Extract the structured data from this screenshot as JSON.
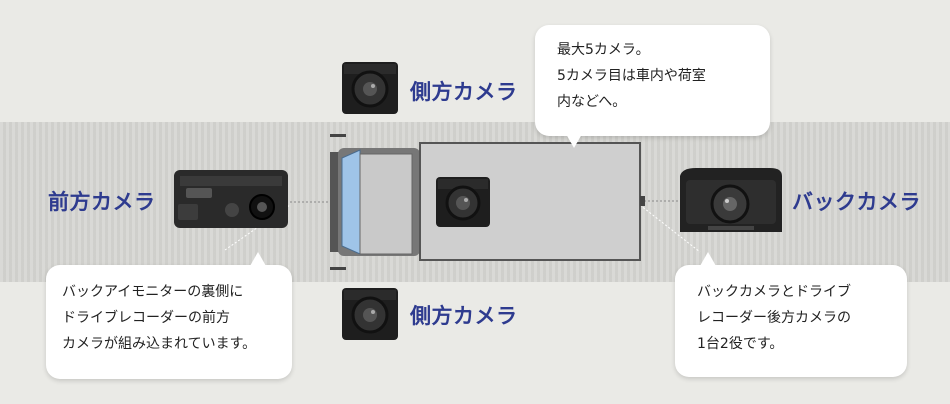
{
  "labels": {
    "front": "前方カメラ",
    "side_top": "側方カメラ",
    "side_bottom": "側方カメラ",
    "back": "バックカメラ"
  },
  "bubbles": {
    "top": [
      "最大5カメラ。",
      "5カメラ目は車内や荷室",
      "内などへ。"
    ],
    "bottom_left": [
      "バックアイモニターの裏側に",
      "ドライブレコーダーの前方",
      "カメラが組み込まれています。"
    ],
    "bottom_right": [
      "バックカメラとドライブ",
      "レコーダー後方カメラの",
      "1台2役です。"
    ]
  },
  "colors": {
    "label": "#2e3b8f",
    "background": "#eaeae6",
    "road": "#d6d6d2",
    "truck_cargo": "#cfcfcf",
    "windshield": "#9fc4e8"
  },
  "icons": [
    "front-monitor-camera",
    "side-camera",
    "cargo-camera",
    "back-camera"
  ]
}
